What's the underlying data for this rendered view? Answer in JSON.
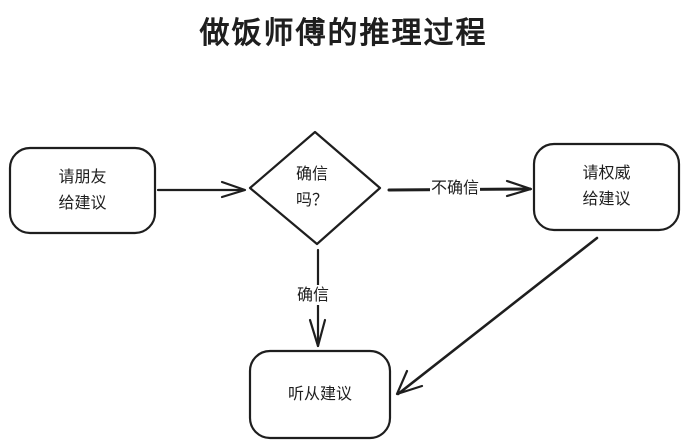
{
  "title": "做饭师傅的推理过程",
  "nodes": {
    "ask_friend": {
      "label": "请朋友\n给建议",
      "shape": "rounded-rect"
    },
    "decision": {
      "label": "确信\n吗？",
      "shape": "diamond"
    },
    "ask_authority": {
      "label": "请权威\n给建议",
      "shape": "rounded-rect"
    },
    "follow": {
      "label": "听从建议",
      "shape": "rounded-rect"
    }
  },
  "edges": [
    {
      "from": "ask_friend",
      "to": "decision",
      "label": ""
    },
    {
      "from": "decision",
      "to": "ask_authority",
      "label": "不确信"
    },
    {
      "from": "decision",
      "to": "follow",
      "label": "确信"
    },
    {
      "from": "ask_authority",
      "to": "follow",
      "label": ""
    }
  ],
  "colors": {
    "stroke": "#1e1e1e",
    "background": "#ffffff"
  }
}
